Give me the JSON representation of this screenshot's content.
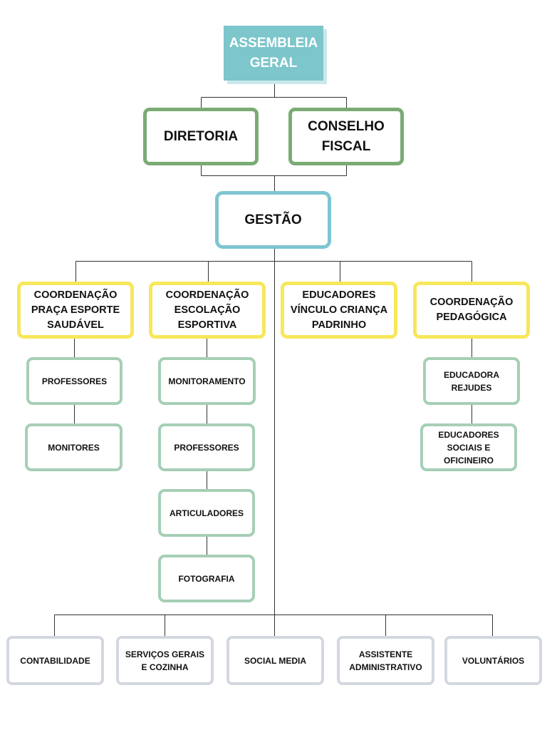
{
  "top": "ASSEMBLEIA\nGERAL",
  "board": {
    "diretoria": "DIRETORIA",
    "conselho": "CONSELHO\nFISCAL"
  },
  "gestao": "GESTÃO",
  "coordinations": [
    {
      "title": "COORDENAÇÃO\nPRAÇA ESPORTE\nSAUDÁVEL",
      "children": [
        "PROFESSORES",
        "MONITORES"
      ]
    },
    {
      "title": "COORDENAÇÃO\nESCOLAÇÃO\nESPORTIVA",
      "children": [
        "MONITORAMENTO",
        "PROFESSORES",
        "ARTICULADORES",
        "FOTOGRAFIA"
      ]
    },
    {
      "title": "EDUCADORES\nVÍNCULO CRIANÇA\nPADRINHO",
      "children": []
    },
    {
      "title": "COORDENAÇÃO\nPEDAGÓGICA",
      "children": [
        "EDUCADORA\nREJUDES",
        "EDUCADORES\nSOCIAIS E\nOFICINEIRO"
      ]
    }
  ],
  "support": [
    "CONTABILIDADE",
    "SERVIÇOS GERAIS\nE COZINHA",
    "SOCIAL MEDIA",
    "ASSISTENTE\nADMINISTRATIVO",
    "VOLUNTÁRIOS"
  ],
  "colors": {
    "top": "#7cc6cc",
    "board_border": "#7aab74",
    "gestao_border": "#7ec5d1",
    "coordination_border": "#f7e75b",
    "child_border": "#a6cfb6",
    "support_border": "#d3d8e0",
    "connector": "#333333"
  }
}
